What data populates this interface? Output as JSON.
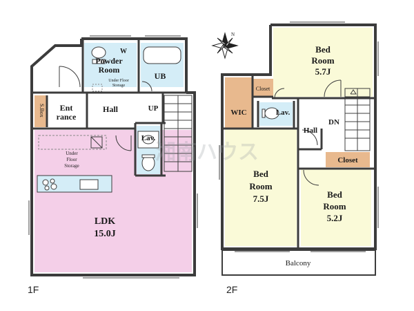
{
  "floor1": {
    "label": "1F",
    "rooms": {
      "powder": [
        "Powder",
        "Room"
      ],
      "powder_w": "W",
      "powder_storage": [
        "Under Floor",
        "Storage"
      ],
      "ub": "UB",
      "entrance": [
        "Ent",
        "rance"
      ],
      "hall": "Hall",
      "up": "UP",
      "sbox": "S.Box",
      "lav": "Lav.",
      "kitchen_storage": [
        "Under",
        "Floor",
        "Storage"
      ],
      "ldk": [
        "LDK",
        "15.0J"
      ]
    }
  },
  "floor2": {
    "label": "2F",
    "rooms": {
      "bed_top": [
        "Bed",
        "Room",
        "5.7J"
      ],
      "closet_top": "Closet",
      "wic": "WIC",
      "lav": "Lav.",
      "hall": "Hall",
      "dn": "DN",
      "closet_right": "Closet",
      "bed_left": [
        "Bed",
        "Room",
        "7.5J"
      ],
      "bed_right": [
        "Bed",
        "Room",
        "5.2J"
      ],
      "balcony": "Balcony"
    }
  },
  "watermark": "湘南ハウス",
  "colors": {
    "ldk": "#f4cfe8",
    "bed": "#fafad8",
    "wet": "#d4edf7",
    "wood": "#e8b98e",
    "wall": "#3c3c3c"
  },
  "icons": [
    "compass-icon",
    "toilet-icon",
    "sink-icon",
    "bathtub-icon",
    "stove-icon"
  ]
}
